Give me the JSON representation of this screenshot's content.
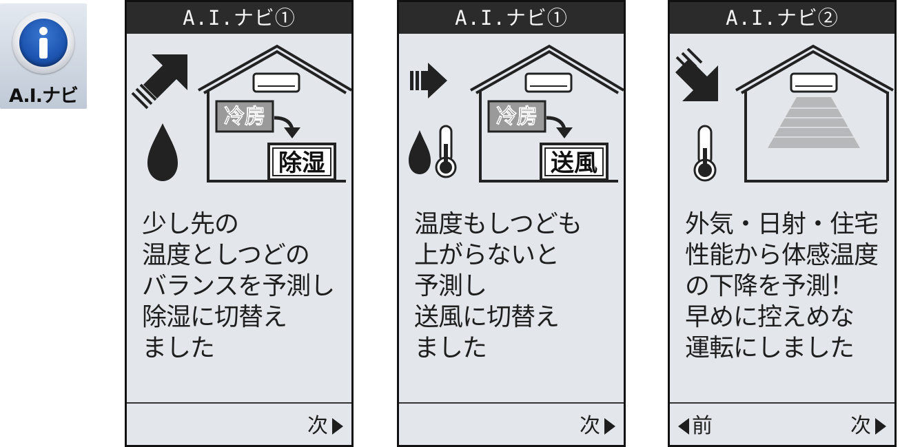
{
  "app_icon": {
    "label": "A.I.ナビ",
    "icon": "info-icon",
    "accent": "#1c54b0"
  },
  "panels": [
    {
      "header": "A.I.ナビ①",
      "from_mode": "冷房",
      "to_mode": "除湿",
      "indicators": [
        "arrow-up-right-icon",
        "water-drop-icon"
      ],
      "message": "少し先の\n温度としつどの\nバランスを予測し\n除湿に切替え\nました",
      "next_label": "次"
    },
    {
      "header": "A.I.ナビ①",
      "from_mode": "冷房",
      "to_mode": "送風",
      "indicators": [
        "arrow-right-icon",
        "water-drop-icon",
        "thermometer-icon"
      ],
      "message": "温度もしつども\n上がらないと\n予測し\n送風に切替え\nました",
      "next_label": "次"
    },
    {
      "header": "A.I.ナビ②",
      "indicators": [
        "arrow-down-right-icon",
        "thermometer-icon"
      ],
      "message": "外気・日射・住宅\n性能から体感温度\nの下降を予測！\n早めに控えめな\n運転にしました",
      "prev_label": "前",
      "next_label": "次"
    }
  ],
  "colors": {
    "screen_bg": "#e3e7eb",
    "header_bg": "#2b2b2b",
    "ink": "#1e1e1e"
  }
}
